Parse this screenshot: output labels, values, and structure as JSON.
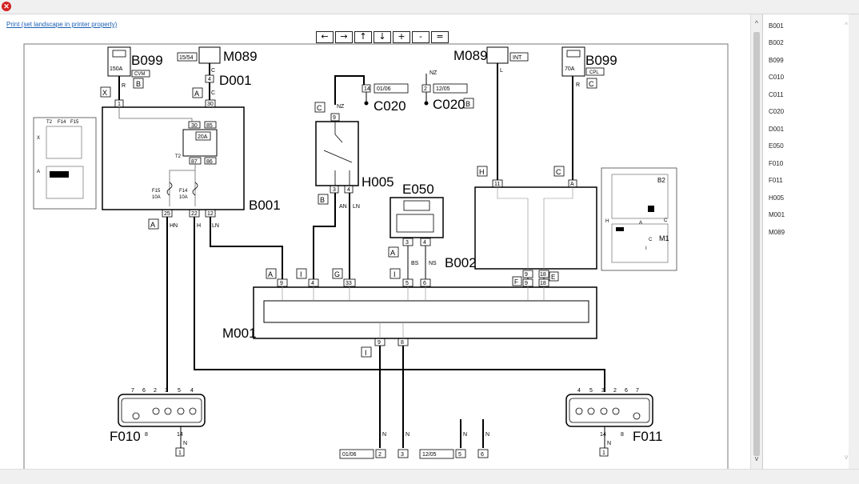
{
  "window": {
    "close_icon": "close-icon"
  },
  "print_link": "Print (set landscape in printer property)",
  "nav_buttons": [
    "←",
    "→",
    "↑",
    "↓",
    "+",
    "-",
    "="
  ],
  "side_items": [
    "B001",
    "B002",
    "B099",
    "C010",
    "C011",
    "C020",
    "D001",
    "E050",
    "F010",
    "F011",
    "H005",
    "M001",
    "M089"
  ],
  "diagram": {
    "components": {
      "b099_left": "B099",
      "m089_top": "M089",
      "d001": "D001",
      "b001": "B001",
      "h005": "H005",
      "e050": "E050",
      "b002": "B002",
      "m001": "M001",
      "c020_a": "C020",
      "c020_b": "C020",
      "m089_right": "M089",
      "b099_right": "B099",
      "f010": "F010",
      "f011": "F011",
      "m1": "M1",
      "b2": "B2"
    },
    "labels": {
      "fuse_150a": "150A",
      "cvm": "CVM",
      "fuse_1554": "15/54",
      "fuse_20a": "20A",
      "t2": "T2",
      "f15": "F15",
      "f14": "F14",
      "amp10a_1": "10A",
      "amp10a_2": "10A",
      "fuse_70a": "70A",
      "cpl": "CPL",
      "int": "INT",
      "t2_box": "T2",
      "f14_box": "F14",
      "f15_box": "F15",
      "date_0106": "01/06",
      "date_1205": "12/05",
      "x": "X",
      "a": "A",
      "b": "B",
      "c": "C",
      "e": "E",
      "f": "F",
      "g": "G",
      "h": "H",
      "i": "I"
    },
    "wires": {
      "r": "R",
      "c": "C",
      "nz": "NZ",
      "an": "AN",
      "ln": "LN",
      "hn": "HN",
      "h": "H",
      "bs": "BS",
      "ns": "NS",
      "l": "L",
      "n": "N"
    },
    "pins": {
      "p1": "1",
      "p2": "2",
      "p3": "3",
      "p4": "4",
      "p5": "5",
      "p6": "6",
      "p7": "7",
      "p8": "8",
      "p9": "9",
      "p11": "11",
      "p12": "12",
      "p14": "14",
      "p18": "18",
      "p22": "22",
      "p25": "25",
      "p30": "30",
      "p33": "33",
      "p85": "85",
      "p86": "86",
      "p87": "87"
    }
  }
}
